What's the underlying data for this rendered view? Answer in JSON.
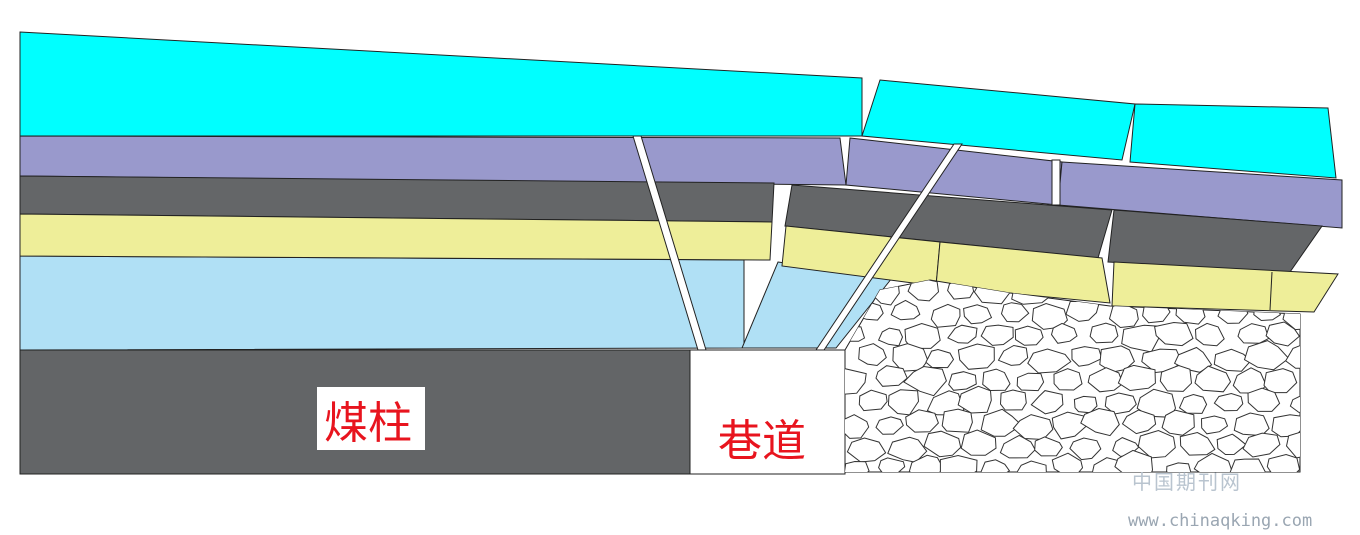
{
  "labels": {
    "coal_pillar": "煤柱",
    "roadway": "巷道"
  },
  "watermark": {
    "site_name_cn": "中国期刊网",
    "url": "www.chinaqking.com"
  },
  "colors": {
    "main_roof": "#00ffff",
    "immediate_roof": "#9999cc",
    "coal_seam_dark": "#646668",
    "mudstone_yellow": "#eeee99",
    "light_blue_layer": "#b0e0f5",
    "coal_pillar": "#636567",
    "gob_rubble": "#ffffff",
    "label_text": "#e8141e"
  }
}
